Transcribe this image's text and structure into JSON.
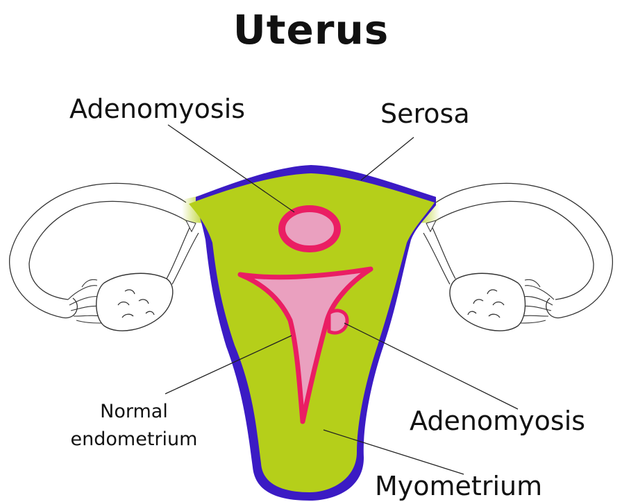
{
  "title": "Uterus",
  "labels": {
    "adenomyosis_top": "Adenomyosis",
    "serosa": "Serosa",
    "normal_endometrium_line1": "Normal",
    "normal_endometrium_line2": "endometrium",
    "adenomyosis_right": "Adenomyosis",
    "myometrium": "Myometrium"
  },
  "colors": {
    "myometrium": "#b5cf1a",
    "serosa": "#3b1bc4",
    "endometrium_fill": "#eaa0bf",
    "endometrium_border": "#ea1e63",
    "leader_line": "#222222",
    "outline": "#333333"
  }
}
